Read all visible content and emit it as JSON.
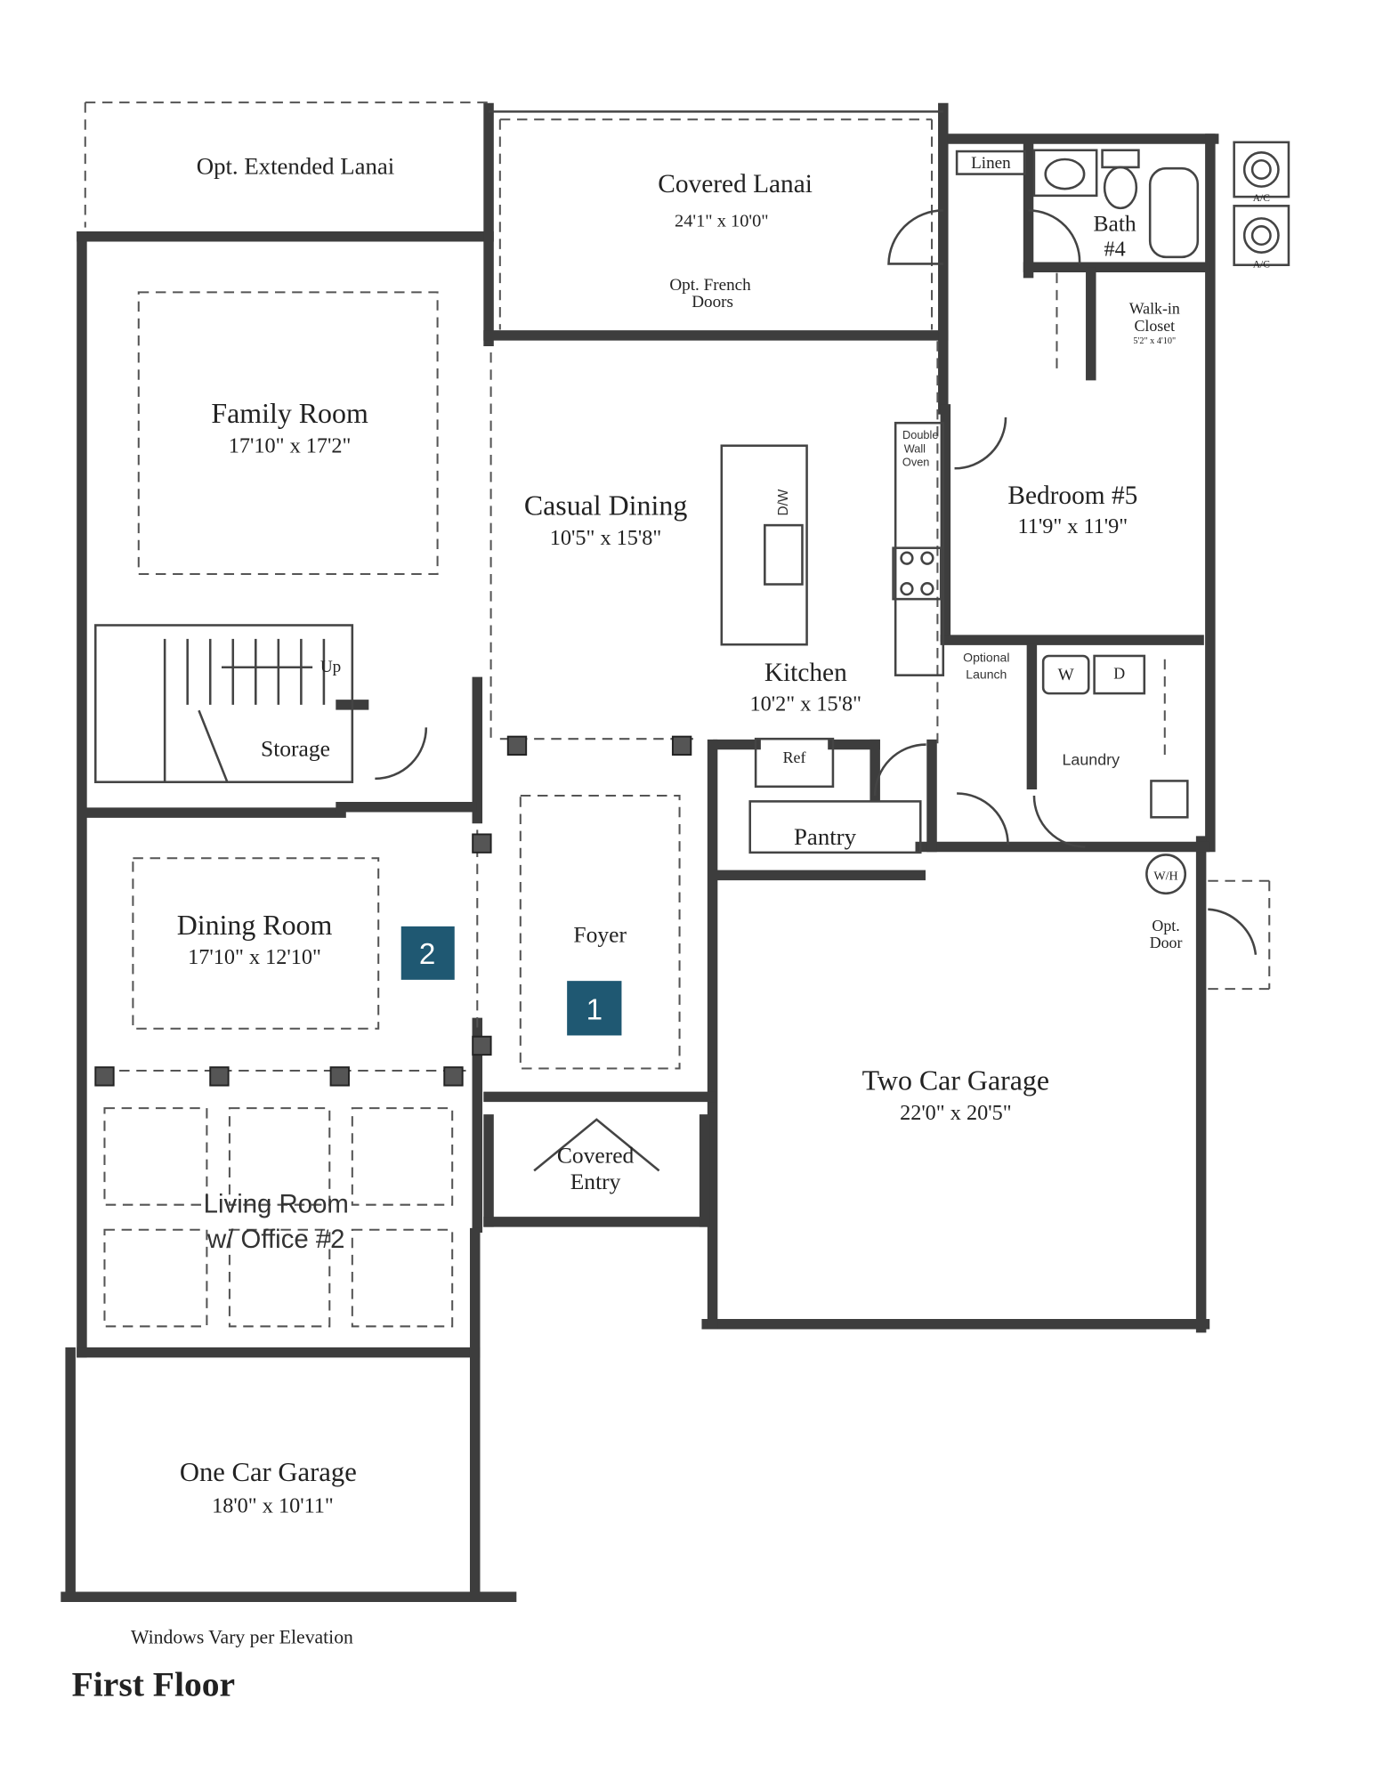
{
  "plan": {
    "title": "First Floor",
    "note": "Windows Vary per Elevation",
    "badge_color": "#1f5872",
    "wall_color": "#3d3d3d",
    "badges": [
      "1",
      "2"
    ],
    "rooms": {
      "opt_extended_lanai": "Opt. Extended Lanai",
      "covered_lanai": "Covered Lanai",
      "covered_lanai_dim": "24'1\"  x 10'0\"",
      "opt_french_doors_1": "Opt. French",
      "opt_french_doors_2": "Doors",
      "linen": "Linen",
      "bath_1": "Bath",
      "bath_2": "#4",
      "ac_1": "A/C",
      "ac_2": "A/C",
      "walkin_1": "Walk-in",
      "walkin_2": "Closet",
      "walkin_dim": "5'2\" x 4'10\"",
      "family_room": "Family Room",
      "family_room_dim": "17'10\" x 17'2\"",
      "casual_dining": "Casual Dining",
      "casual_dining_dim": "10'5\" x 15'8\"",
      "dw": "D/W",
      "double_wall_oven_1": "Double",
      "double_wall_oven_2": "Wall",
      "double_wall_oven_3": "Oven",
      "bedroom5": "Bedroom #5",
      "bedroom5_dim": "11'9\" x 11'9\"",
      "up": "Up",
      "kitchen": "Kitchen",
      "kitchen_dim": "10'2\" x 15'8\"",
      "optional_launch_1": "Optional",
      "optional_launch_2": "Launch",
      "washer": "W",
      "dryer": "D",
      "storage": "Storage",
      "ref": "Ref",
      "laundry": "Laundry",
      "pantry": "Pantry",
      "wh": "W/H",
      "opt_door_1": "Opt.",
      "opt_door_2": "Door",
      "dining_room": "Dining Room",
      "dining_room_dim": "17'10\" x 12'10\"",
      "foyer": "Foyer",
      "two_car_garage": "Two Car Garage",
      "two_car_garage_dim": "22'0\" x 20'5\"",
      "covered_entry_1": "Covered",
      "covered_entry_2": "Entry",
      "living_room_1": "Living Room",
      "living_room_2": "w/ Office #2",
      "one_car_garage": "One Car Garage",
      "one_car_garage_dim": "18'0\" x 10'11\""
    }
  }
}
